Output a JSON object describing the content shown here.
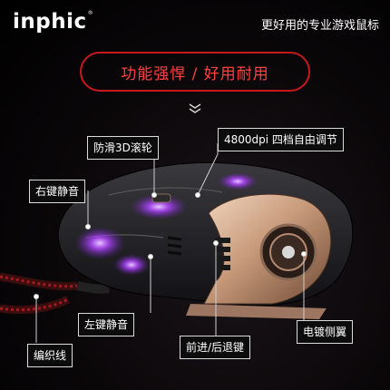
{
  "brand": {
    "name": "inphic",
    "mark": "®"
  },
  "header": {
    "tagline": "更好用的专业游戏鼠标"
  },
  "banner": {
    "text": "功能强悍 / 好用耐用"
  },
  "callouts": {
    "scroll_wheel": "防滑3D滚轮",
    "dpi": "4800dpi 四档自由调节",
    "right_button": "右键静音",
    "left_button": "左键静音",
    "side_buttons": "前进/后退键",
    "side_wing": "电镀侧翼",
    "cable": "编织线"
  },
  "colors": {
    "accent": "#c8181c",
    "label_border": "#dcdcdc",
    "glow": "#b046ff",
    "plating": "#c79a7a"
  }
}
